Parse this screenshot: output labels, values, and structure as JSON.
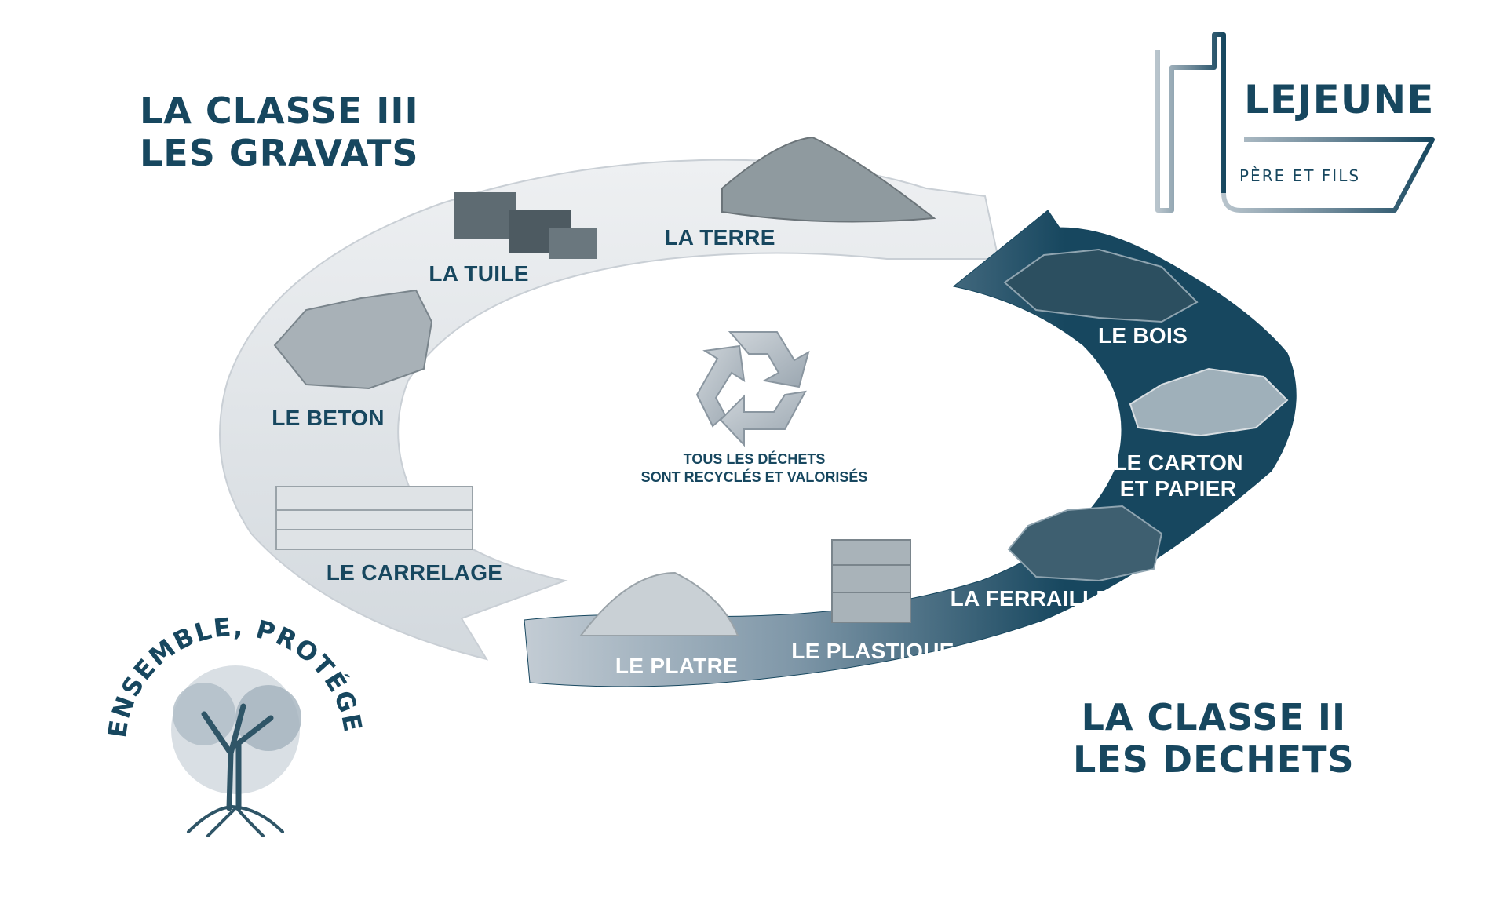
{
  "colors": {
    "navy": "#17475f",
    "light_arrow": "#d9dde1",
    "mid_arrow": "#9fb1bf",
    "recycle": "#b9c1c8"
  },
  "headings": {
    "class3_line1": "LA CLASSE III",
    "class3_line2": "LES GRAVATS",
    "class2_line1": "LA CLASSE II",
    "class2_line2": "LES DECHETS"
  },
  "class3_items": [
    {
      "label": "LA TERRE"
    },
    {
      "label": "LA TUILE"
    },
    {
      "label": "LE BETON"
    },
    {
      "label": "LE CARRELAGE"
    }
  ],
  "class2_items": [
    {
      "label": "LE BOIS"
    },
    {
      "label": "LE CARTON",
      "label2": "ET PAPIER"
    },
    {
      "label": "LA FERRAILLE"
    },
    {
      "label": "LE PLASTIQUE"
    },
    {
      "label": "LE PLATRE"
    }
  ],
  "center": {
    "icon": "recycle-icon",
    "line1": "TOUS LES DÉCHETS",
    "line2": "SONT RECYCLÉS ET VALORISÉS"
  },
  "logo": {
    "name": "LEJEUNE",
    "subtitle": "PÈRE ET FILS"
  },
  "seal": {
    "text": "ENSEMBLE, PROTÉGEONS LA NATURE",
    "icon": "tree-icon"
  }
}
